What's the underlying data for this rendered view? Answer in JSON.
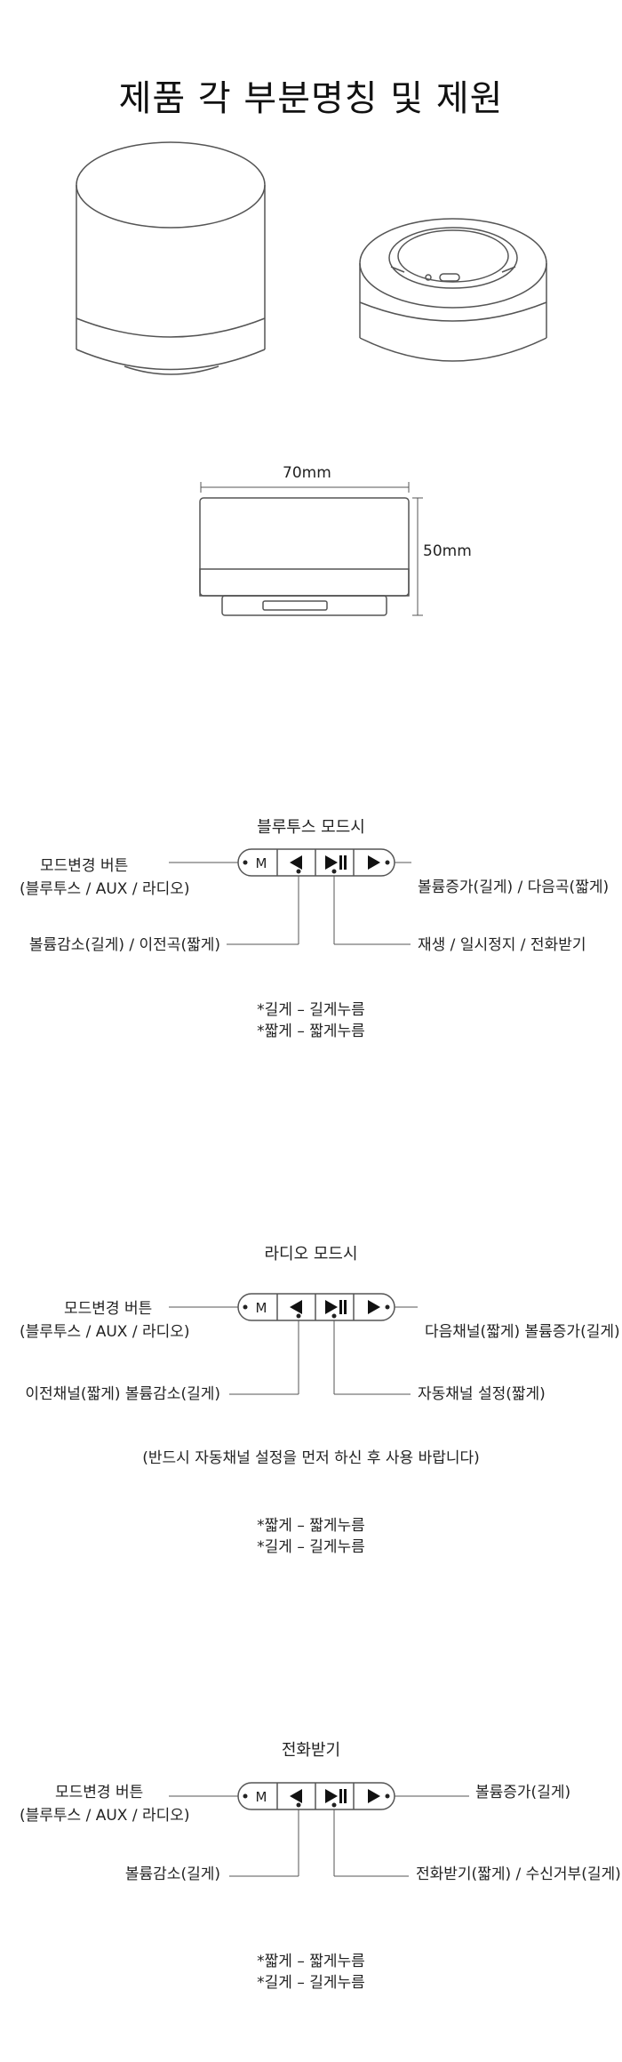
{
  "page_title": "제품 각 부분명칭 및 제원",
  "dimensions": {
    "width_label": "70mm",
    "height_label": "50mm"
  },
  "sections": [
    {
      "title": "블루투스 모드시",
      "mode_label": "모드변경 버튼",
      "mode_sub": "(블루투스 / AUX / 라디오)",
      "right_top": "볼륨증가(길게) / 다음곡(짧게)",
      "left_bottom": "볼륨감소(길게) / 이전곡(짧게)",
      "right_bottom": "재생 / 일시정지 / 전화받기",
      "note": "",
      "footnote1": "*길게 – 길게누름",
      "footnote2": "*짧게 – 짧게누름"
    },
    {
      "title": "라디오 모드시",
      "mode_label": "모드변경 버튼",
      "mode_sub": "(블루투스 / AUX / 라디오)",
      "right_top": "다음채널(짧게) 볼륨증가(길게)",
      "left_bottom": "이전채널(짧게) 볼륨감소(길게)",
      "right_bottom": "자동채널 설정(짧게)",
      "note": "(반드시 자동채널 설정을 먼저 하신 후 사용 바랍니다)",
      "footnote1": "*짧게 – 짧게누름",
      "footnote2": "*길게 – 길게누름"
    },
    {
      "title": "전화받기",
      "mode_label": "모드변경 버튼",
      "mode_sub": "(블루투스 / AUX / 라디오)",
      "right_top": "볼륨증가(길게)",
      "left_bottom": "볼륨감소(길게)",
      "right_bottom": "전화받기(짧게) / 수신거부(길게)",
      "note": "",
      "footnote1": "*짧게 – 짧게누름",
      "footnote2": "*길게 – 길게누름"
    }
  ],
  "button_bar": {
    "mode_key": "M"
  },
  "colors": {
    "line": "#555555",
    "text": "#222222"
  }
}
